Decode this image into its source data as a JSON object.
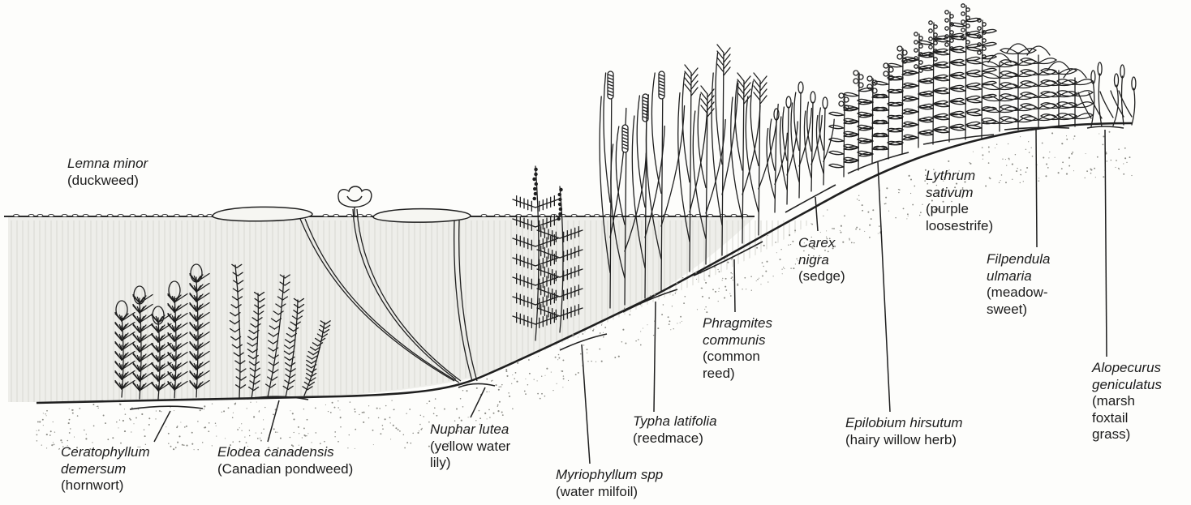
{
  "palette": {
    "ink": "#1f1f1f",
    "water": "#eeeeea",
    "soil_speckle": "#8a8a84",
    "paper": "#fdfdfb"
  },
  "icons": {
    "plant_roots": "rhizome-icon",
    "flower": "water-lily-flower-icon"
  },
  "labels": {
    "lemna": {
      "scientific": "Lemna minor",
      "common": "(duckweed)"
    },
    "ceratophyllum": {
      "scientific": "Ceratophyllum\ndemersum",
      "common": "(hornwort)"
    },
    "elodea": {
      "scientific": "Elodea canadensis",
      "common": "(Canadian pondweed)"
    },
    "nuphar": {
      "scientific": "Nuphar lutea",
      "common": "(yellow water\nlily)"
    },
    "myriophyllum": {
      "scientific": "Myriophyllum spp",
      "common": "(water milfoil)"
    },
    "typha": {
      "scientific": "Typha latifolia",
      "common": "(reedmace)"
    },
    "phragmites": {
      "scientific": "Phragmites\ncommunis",
      "common": "(common\nreed)"
    },
    "carex": {
      "scientific": "Carex\nnigra",
      "common": "(sedge)"
    },
    "epilobium": {
      "scientific": "Epilobium hirsutum",
      "common": "(hairy willow herb)"
    },
    "lythrum": {
      "scientific": "Lythrum\nsativum",
      "common": "(purple\nloosestrife)"
    },
    "filpendula": {
      "scientific": "Filpendula\nulmaria",
      "common": "(meadow-\nsweet)"
    },
    "alopecurus": {
      "scientific": "Alopecurus\ngeniculatus",
      "common": "(marsh\nfoxtail\ngrass)"
    }
  }
}
